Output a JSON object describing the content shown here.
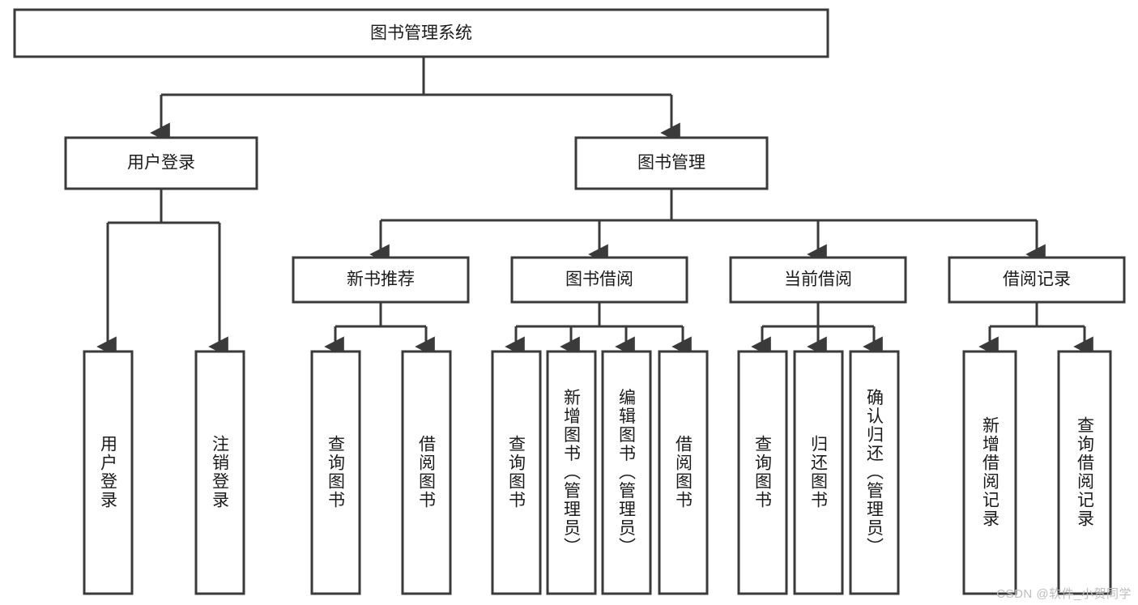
{
  "diagram": {
    "type": "tree",
    "title": "图书管理系统",
    "watermark": "CSDN @软件_小贺同学",
    "accent_color": "#3a3a3a",
    "background_color": "#ffffff",
    "root": {
      "label": "图书管理系统"
    },
    "level2": [
      {
        "id": "user-login",
        "label": "用户登录"
      },
      {
        "id": "book-management",
        "label": "图书管理"
      }
    ],
    "level3": [
      {
        "id": "new-book-recommend",
        "label": "新书推荐",
        "parent": "book-management"
      },
      {
        "id": "book-borrow",
        "label": "图书借阅",
        "parent": "book-management"
      },
      {
        "id": "current-borrow",
        "label": "当前借阅",
        "parent": "book-management"
      },
      {
        "id": "borrow-record",
        "label": "借阅记录",
        "parent": "book-management"
      }
    ],
    "leaves": [
      {
        "id": "leaf-user-login",
        "label": "用户登录",
        "parent": "user-login"
      },
      {
        "id": "leaf-logout-login",
        "label": "注销登录",
        "parent": "user-login"
      },
      {
        "id": "leaf-query-book-1",
        "label": "查询图书",
        "parent": "new-book-recommend"
      },
      {
        "id": "leaf-borrow-book-1",
        "label": "借阅图书",
        "parent": "new-book-recommend"
      },
      {
        "id": "leaf-query-book-2",
        "label": "查询图书",
        "parent": "book-borrow"
      },
      {
        "id": "leaf-add-book",
        "label": "新增图书（管理员）",
        "parent": "book-borrow"
      },
      {
        "id": "leaf-edit-book",
        "label": "编辑图书（管理员）",
        "parent": "book-borrow"
      },
      {
        "id": "leaf-borrow-book-2",
        "label": "借阅图书",
        "parent": "book-borrow"
      },
      {
        "id": "leaf-query-book-3",
        "label": "查询图书",
        "parent": "current-borrow"
      },
      {
        "id": "leaf-return-book",
        "label": "归还图书",
        "parent": "current-borrow"
      },
      {
        "id": "leaf-confirm-return",
        "label": "确认归还（管理员）",
        "parent": "current-borrow"
      },
      {
        "id": "leaf-add-record",
        "label": "新增借阅记录",
        "parent": "borrow-record"
      },
      {
        "id": "leaf-query-record",
        "label": "查询借阅记录",
        "parent": "borrow-record"
      }
    ]
  }
}
